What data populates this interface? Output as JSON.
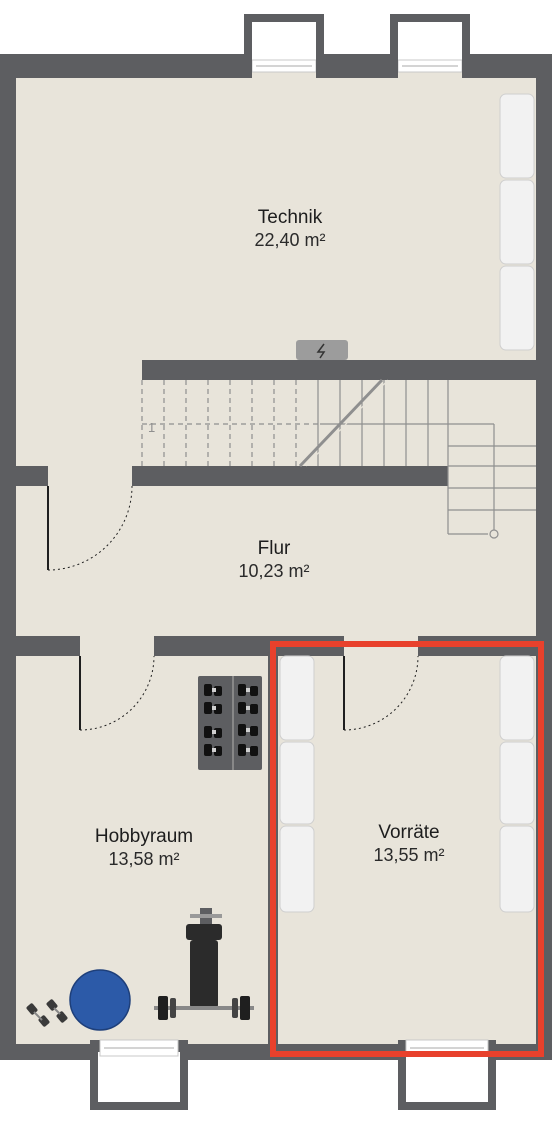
{
  "rooms": [
    {
      "id": "technik",
      "name": "Technik",
      "area": "22,40 m²"
    },
    {
      "id": "flur",
      "name": "Flur",
      "area": "10,23 m²"
    },
    {
      "id": "hobbyraum",
      "name": "Hobbyraum",
      "area": "13,58 m²"
    },
    {
      "id": "vorraete",
      "name": "Vorräte",
      "area": "13,55 m²"
    }
  ],
  "stairs": {
    "step_label": "1"
  },
  "colors": {
    "floor": "#e8e4da",
    "wall": "#5d5e61",
    "highlight": "#e8412c",
    "cabinet": "#f2f2f2",
    "ball": "#2c5aa8"
  },
  "icons": [
    "electric-meter-icon",
    "dumbbell-rack-icon",
    "weight-bench-icon",
    "exercise-ball-icon",
    "hand-dumbbells-icon",
    "window-icon"
  ]
}
